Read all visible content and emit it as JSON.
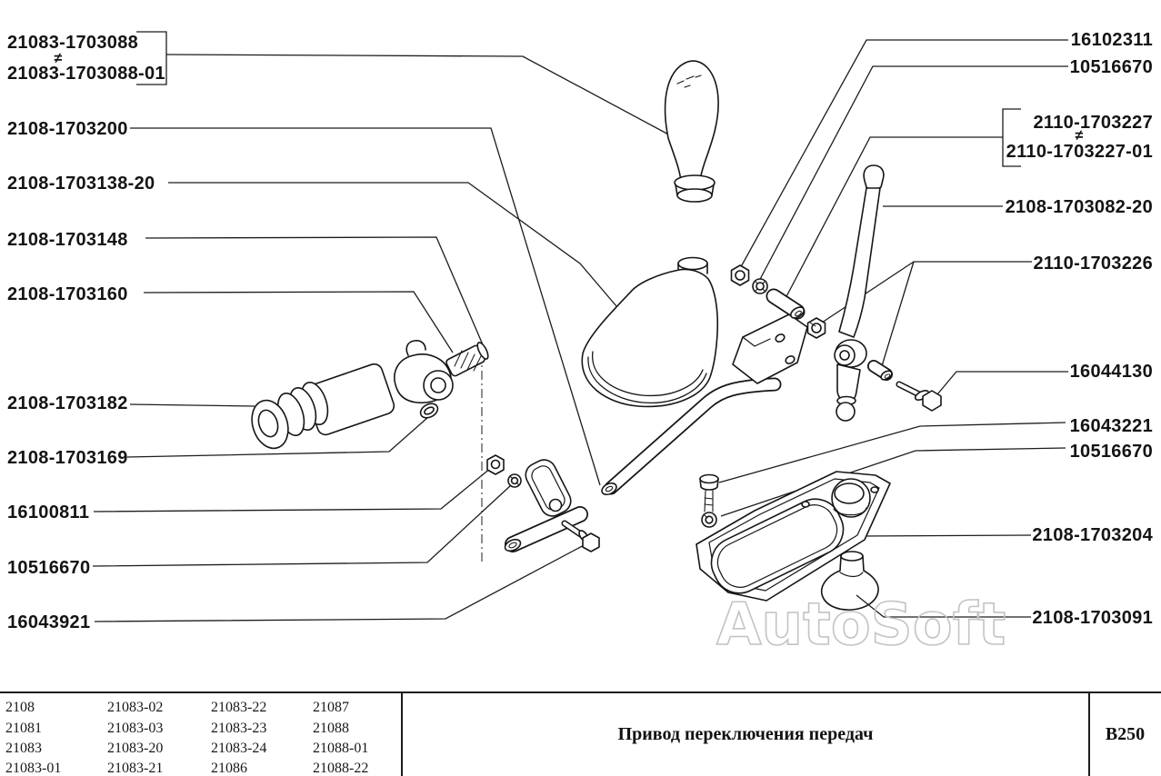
{
  "diagram": {
    "left_labels": [
      "21083-1703088",
      "≠",
      "21083-1703088-01",
      "2108-1703200",
      "2108-1703138-20",
      "2108-1703148",
      "2108-1703160",
      "2108-1703182",
      "2108-1703169",
      "16100811",
      "10516670",
      "16043921"
    ],
    "right_labels": [
      "16102311",
      "10516670",
      "2110-1703227",
      "≠",
      "2110-1703227-01",
      "2108-1703082-20",
      "2110-1703226",
      "16044130",
      "16043221",
      "10516670",
      "2108-1703204",
      "2108-1703091"
    ]
  },
  "watermark": "AutoSoft",
  "footer": {
    "models": [
      [
        "2108",
        "21083-02",
        "21083-22",
        "21087"
      ],
      [
        "21081",
        "21083-03",
        "21083-23",
        "21088"
      ],
      [
        "21083",
        "21083-20",
        "21083-24",
        "21088-01"
      ],
      [
        "21083-01",
        "21083-21",
        "21086",
        "21088-22"
      ]
    ],
    "title": "Привод переключения передач",
    "code": "B250"
  },
  "colors": {
    "ink": "#1c1c1c",
    "watermark": "#c3c3c3",
    "paper": "#ffffff"
  }
}
